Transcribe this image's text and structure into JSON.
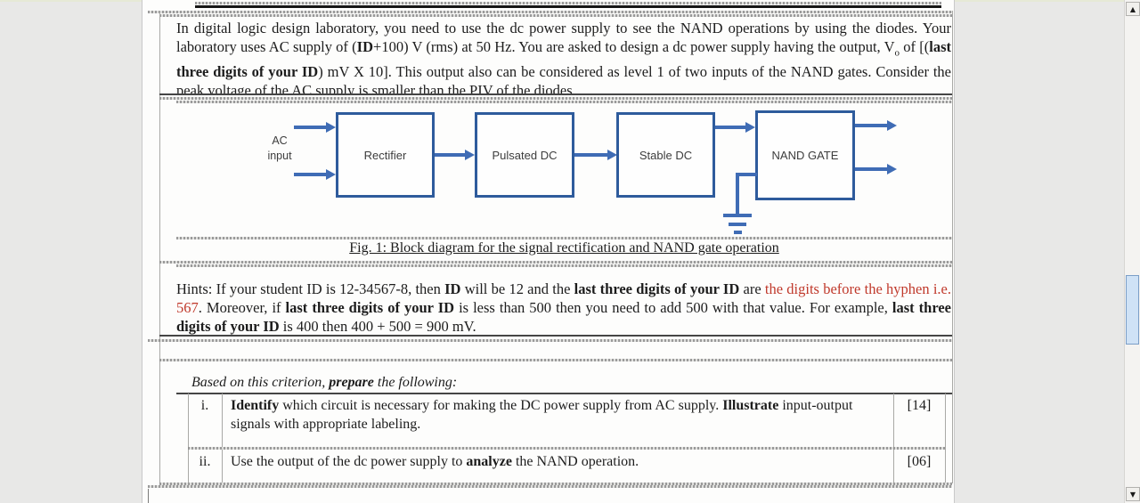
{
  "colors": {
    "box_border_blue": "#2e5b9c",
    "arrow_blue": "#3f6cb5",
    "red_text": "#c0392b",
    "page_bg": "#fdfdfc",
    "app_bg": "#e8e8e7",
    "scroll_thumb": "#cfe2f6"
  },
  "document": {
    "intro_segments": [
      {
        "t": "In digital logic design laboratory, you need to use the dc power supply to see the NAND operations by using the diodes. Your laboratory uses AC supply of ("
      },
      {
        "t": "ID",
        "b": 1
      },
      {
        "t": "+100) V (rms) at 50 Hz. You are asked to design a dc power supply having the output, V"
      },
      {
        "t": "o",
        "sub": 1
      },
      {
        "t": " of [("
      },
      {
        "t": "last three digits of your ID",
        "b": 1
      },
      {
        "t": ") mV X 10].  This output also can be considered as level 1 of two inputs of the NAND gates. Consider the peak voltage of the AC supply is smaller than the PIV of the diodes."
      }
    ],
    "figure": {
      "ac_line1": "AC",
      "ac_line2": "input",
      "blocks": [
        "Rectifier",
        "Pulsated DC",
        "Stable DC",
        "NAND GATE"
      ],
      "caption": "Fig. 1: Block diagram for the signal rectification and NAND gate operation"
    },
    "hints_segments": [
      {
        "t": "Hints: If your student ID is 12-34567-8, then "
      },
      {
        "t": "ID",
        "b": 1
      },
      {
        "t": " will be 12 and the "
      },
      {
        "t": "last three digits of your ID",
        "b": 1
      },
      {
        "t": " are "
      },
      {
        "t": "the digits before the hyphen i.e. 567",
        "red": 1
      },
      {
        "t": ". Moreover, if "
      },
      {
        "t": "last three digits of your ID",
        "b": 1
      },
      {
        "t": " is less than 500 then you need to add 500 with that value. For example, "
      },
      {
        "t": "last three digits of your ID",
        "b": 1
      },
      {
        "t": " is 400 then 400 + 500 = 900 mV."
      }
    ],
    "criterion_segments": [
      {
        "t": "Based on this criterion, "
      },
      {
        "t": "prepare",
        "b": 1
      },
      {
        "t": " the following:"
      }
    ],
    "tasks": [
      {
        "numeral": "i.",
        "segments": [
          {
            "t": "Identify",
            "b": 1
          },
          {
            "t": " which circuit is necessary for making the DC power supply from AC supply. "
          },
          {
            "t": "Illustrate",
            "b": 1
          },
          {
            "t": " input-output signals with appropriate labeling."
          }
        ],
        "marks": "[14]"
      },
      {
        "numeral": "ii.",
        "segments": [
          {
            "t": "Use the output of the dc power supply to "
          },
          {
            "t": "analyze",
            "b": 1
          },
          {
            "t": " the NAND operation."
          }
        ],
        "marks": "[06]"
      }
    ]
  },
  "scrollbar": {
    "up_icon": "▲",
    "down_icon": "▼"
  }
}
